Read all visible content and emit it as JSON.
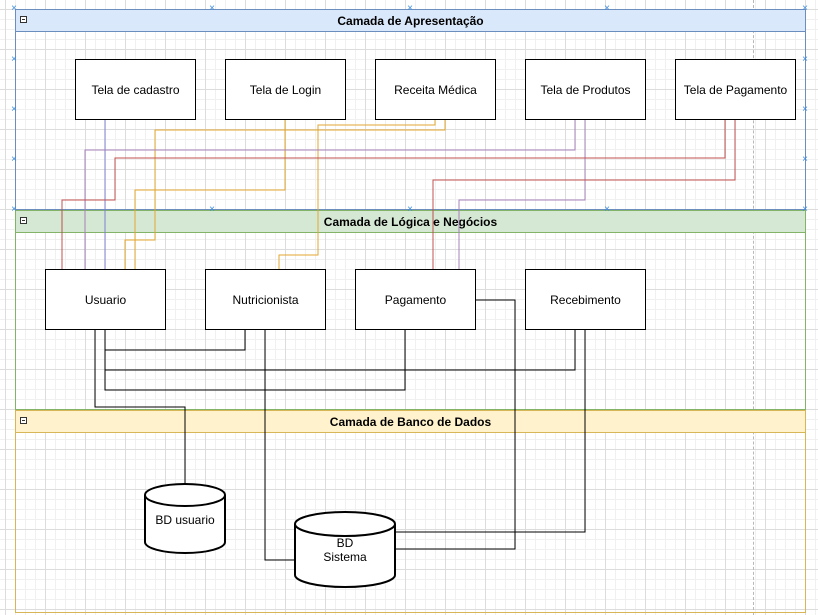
{
  "lanes": {
    "presentation": "Camada de Apresentação",
    "logic": "Camada de Lógica e Negócios",
    "database": "Camada de Banco de Dados"
  },
  "presentation_nodes": {
    "cadastro": "Tela de cadastro",
    "login": "Tela de Login",
    "receita": "Receita Médica",
    "produtos": "Tela de Produtos",
    "pagamento": "Tela de Pagamento"
  },
  "logic_nodes": {
    "usuario": "Usuario",
    "nutricionista": "Nutricionista",
    "pagamento": "Pagamento",
    "recebimento": "Recebimento"
  },
  "database_nodes": {
    "bd_usuario": "BD usuario",
    "bd_sistema": "BD\nSistema"
  },
  "colors": {
    "presentation_fill": "#dae8fc",
    "presentation_stroke": "#6c8ebf",
    "logic_fill": "#d5e8d4",
    "logic_stroke": "#82b366",
    "database_fill": "#fff2cc",
    "database_stroke": "#d6b656",
    "edge_blue": "#7f7fd0",
    "edge_orange": "#e3a72f",
    "edge_purple": "#a680b8",
    "edge_red": "#c0504d",
    "edge_black": "#000000"
  },
  "connections": [
    {
      "from": "presentation_nodes.cadastro",
      "to": "logic_nodes.usuario",
      "color": "edge_blue"
    },
    {
      "from": "presentation_nodes.login",
      "to": "logic_nodes.usuario",
      "color": "edge_orange"
    },
    {
      "from": "presentation_nodes.receita",
      "to": "logic_nodes.usuario",
      "color": "edge_orange"
    },
    {
      "from": "presentation_nodes.receita",
      "to": "logic_nodes.nutricionista",
      "color": "edge_orange"
    },
    {
      "from": "presentation_nodes.produtos",
      "to": "logic_nodes.usuario",
      "color": "edge_purple"
    },
    {
      "from": "presentation_nodes.produtos",
      "to": "logic_nodes.pagamento",
      "color": "edge_purple"
    },
    {
      "from": "presentation_nodes.pagamento",
      "to": "logic_nodes.usuario",
      "color": "edge_red"
    },
    {
      "from": "presentation_nodes.pagamento",
      "to": "logic_nodes.pagamento",
      "color": "edge_red"
    },
    {
      "from": "logic_nodes.usuario",
      "to": "logic_nodes.nutricionista",
      "color": "edge_black"
    },
    {
      "from": "logic_nodes.usuario",
      "to": "logic_nodes.pagamento",
      "color": "edge_black"
    },
    {
      "from": "logic_nodes.usuario",
      "to": "logic_nodes.recebimento",
      "color": "edge_black"
    },
    {
      "from": "logic_nodes.usuario",
      "to": "database_nodes.bd_usuario",
      "color": "edge_black"
    },
    {
      "from": "logic_nodes.nutricionista",
      "to": "database_nodes.bd_sistema",
      "color": "edge_black"
    },
    {
      "from": "logic_nodes.pagamento",
      "to": "database_nodes.bd_sistema",
      "color": "edge_black"
    },
    {
      "from": "logic_nodes.recebimento",
      "to": "database_nodes.bd_sistema",
      "color": "edge_black"
    }
  ]
}
